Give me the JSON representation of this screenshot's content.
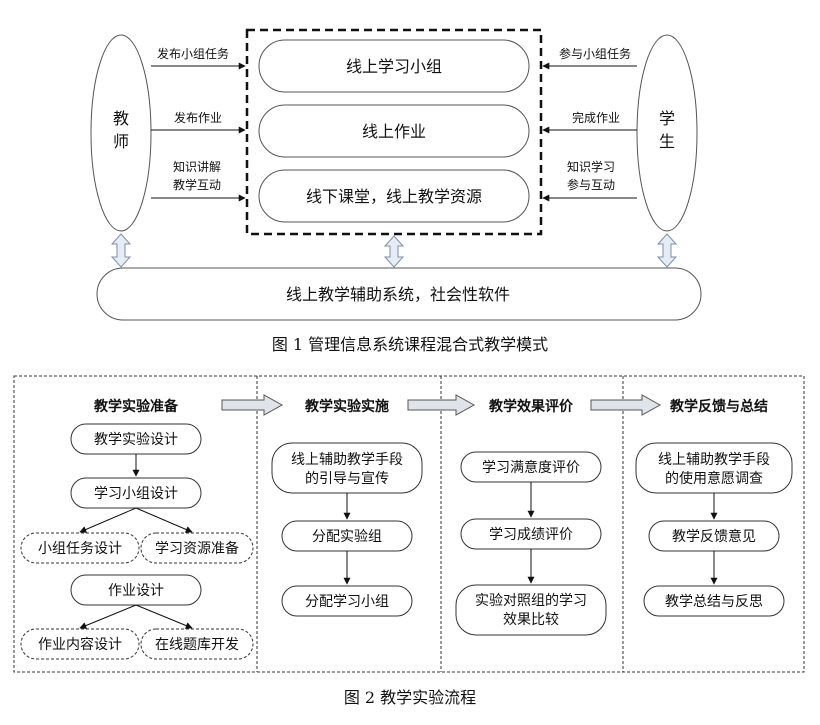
{
  "figure1": {
    "caption": "图 1 管理信息系统课程混合式教学模式",
    "teacher": [
      "教",
      "师"
    ],
    "student": [
      "学",
      "生"
    ],
    "center_boxes": [
      "线上学习小组",
      "线上作业",
      "线下课堂，线上教学资源"
    ],
    "bottom_box": "线上教学辅助系统，社会性软件",
    "teacher_actions": [
      [
        "发布小组任务"
      ],
      [
        "发布作业"
      ],
      [
        "知识讲解",
        "教学互动"
      ]
    ],
    "student_actions": [
      [
        "参与小组任务"
      ],
      [
        "完成作业"
      ],
      [
        "知识学习",
        "参与互动"
      ]
    ]
  },
  "figure2": {
    "caption": "图 2 教学实验流程",
    "stages": [
      {
        "title": "教学实验准备"
      },
      {
        "title": "教学实验实施"
      },
      {
        "title": "教学效果评价"
      },
      {
        "title": "教学反馈与总结"
      }
    ],
    "prep": {
      "n1": "教学实验设计",
      "n2": "学习小组设计",
      "n2a": "小组任务设计",
      "n2b": "学习资源准备",
      "n3": "作业设计",
      "n3a": "作业内容设计",
      "n3b": "在线题库开发"
    },
    "impl": {
      "n1": [
        "线上辅助教学手段",
        "的引导与宣传"
      ],
      "n2": "分配实验组",
      "n3": "分配学习小组"
    },
    "eval": {
      "n1": "学习满意度评价",
      "n2": "学习成绩评价",
      "n3": [
        "实验对照组的学习",
        "效果比较"
      ]
    },
    "summary": {
      "n1": [
        "线上辅助教学手段",
        "的使用意愿调查"
      ],
      "n2": "教学反馈意见",
      "n3": "教学总结与反思"
    }
  }
}
